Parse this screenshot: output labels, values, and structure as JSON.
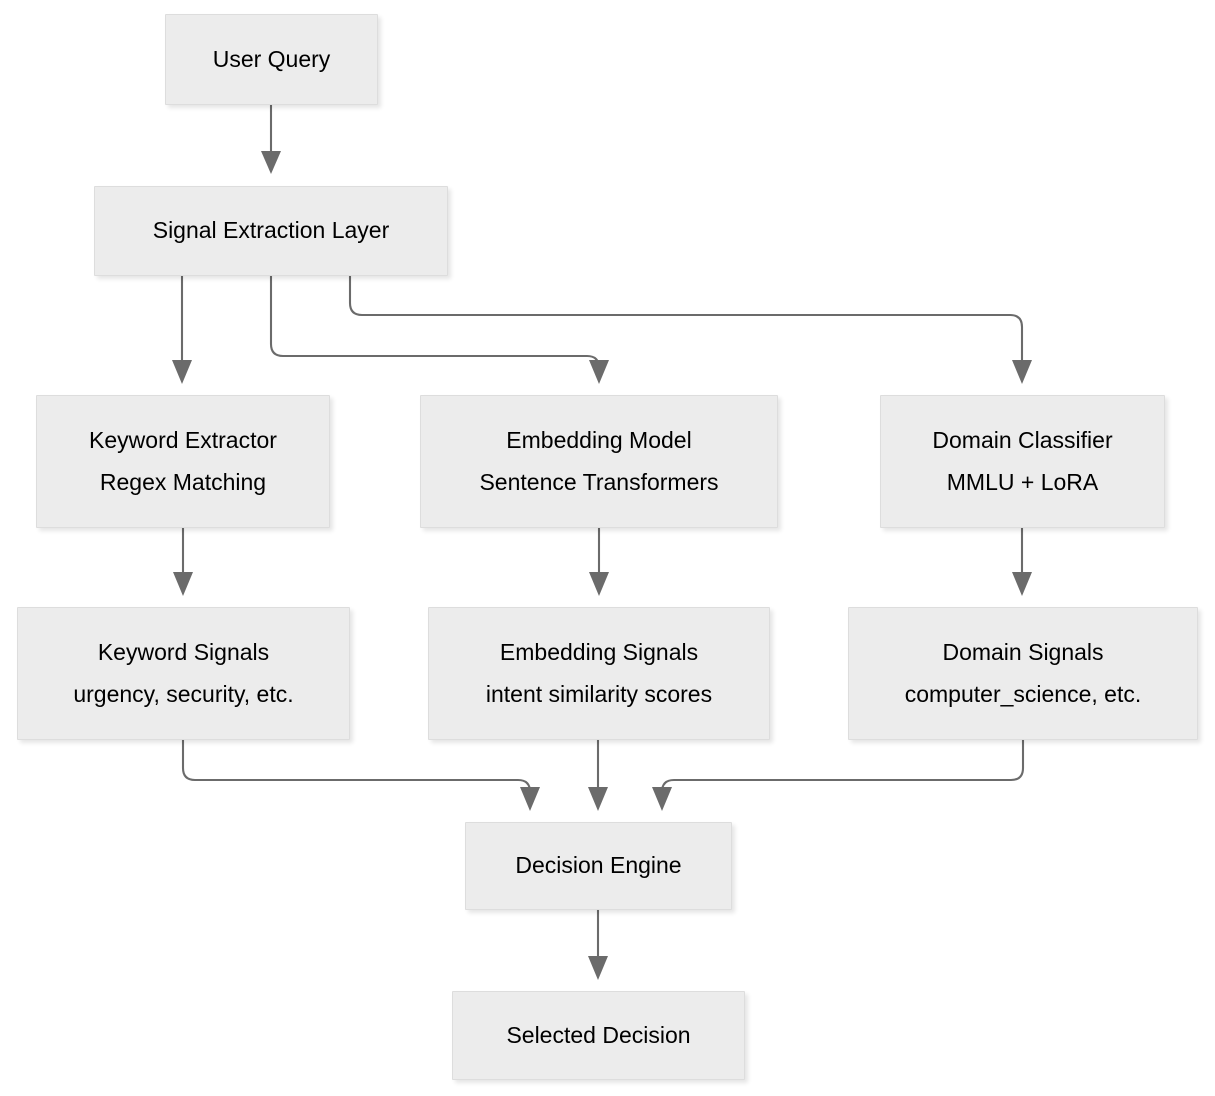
{
  "diagram": {
    "type": "flowchart",
    "orientation": "top-down",
    "background_color": "#ffffff",
    "node_fill_color": "#ECECEC",
    "node_border_color": "#DDDDDD",
    "edge_color": "#6B6B6B",
    "text_color": "#000000",
    "nodes": [
      {
        "id": "user-query",
        "line1": "User Query",
        "line2": ""
      },
      {
        "id": "signal-extraction-layer",
        "line1": "Signal Extraction Layer",
        "line2": ""
      },
      {
        "id": "keyword-extractor",
        "line1": "Keyword Extractor",
        "line2": "Regex Matching"
      },
      {
        "id": "embedding-model",
        "line1": "Embedding Model",
        "line2": "Sentence Transformers"
      },
      {
        "id": "domain-classifier",
        "line1": "Domain Classifier",
        "line2": "MMLU + LoRA"
      },
      {
        "id": "keyword-signals",
        "line1": "Keyword Signals",
        "line2": "urgency, security, etc."
      },
      {
        "id": "embedding-signals",
        "line1": "Embedding Signals",
        "line2": "intent similarity scores"
      },
      {
        "id": "domain-signals",
        "line1": "Domain Signals",
        "line2": "computer_science, etc."
      },
      {
        "id": "decision-engine",
        "line1": "Decision Engine",
        "line2": ""
      },
      {
        "id": "selected-decision",
        "line1": "Selected Decision",
        "line2": ""
      }
    ],
    "edges": [
      {
        "from": "user-query",
        "to": "signal-extraction-layer"
      },
      {
        "from": "signal-extraction-layer",
        "to": "keyword-extractor"
      },
      {
        "from": "signal-extraction-layer",
        "to": "embedding-model"
      },
      {
        "from": "signal-extraction-layer",
        "to": "domain-classifier"
      },
      {
        "from": "keyword-extractor",
        "to": "keyword-signals"
      },
      {
        "from": "embedding-model",
        "to": "embedding-signals"
      },
      {
        "from": "domain-classifier",
        "to": "domain-signals"
      },
      {
        "from": "keyword-signals",
        "to": "decision-engine"
      },
      {
        "from": "embedding-signals",
        "to": "decision-engine"
      },
      {
        "from": "domain-signals",
        "to": "decision-engine"
      },
      {
        "from": "decision-engine",
        "to": "selected-decision"
      }
    ]
  }
}
